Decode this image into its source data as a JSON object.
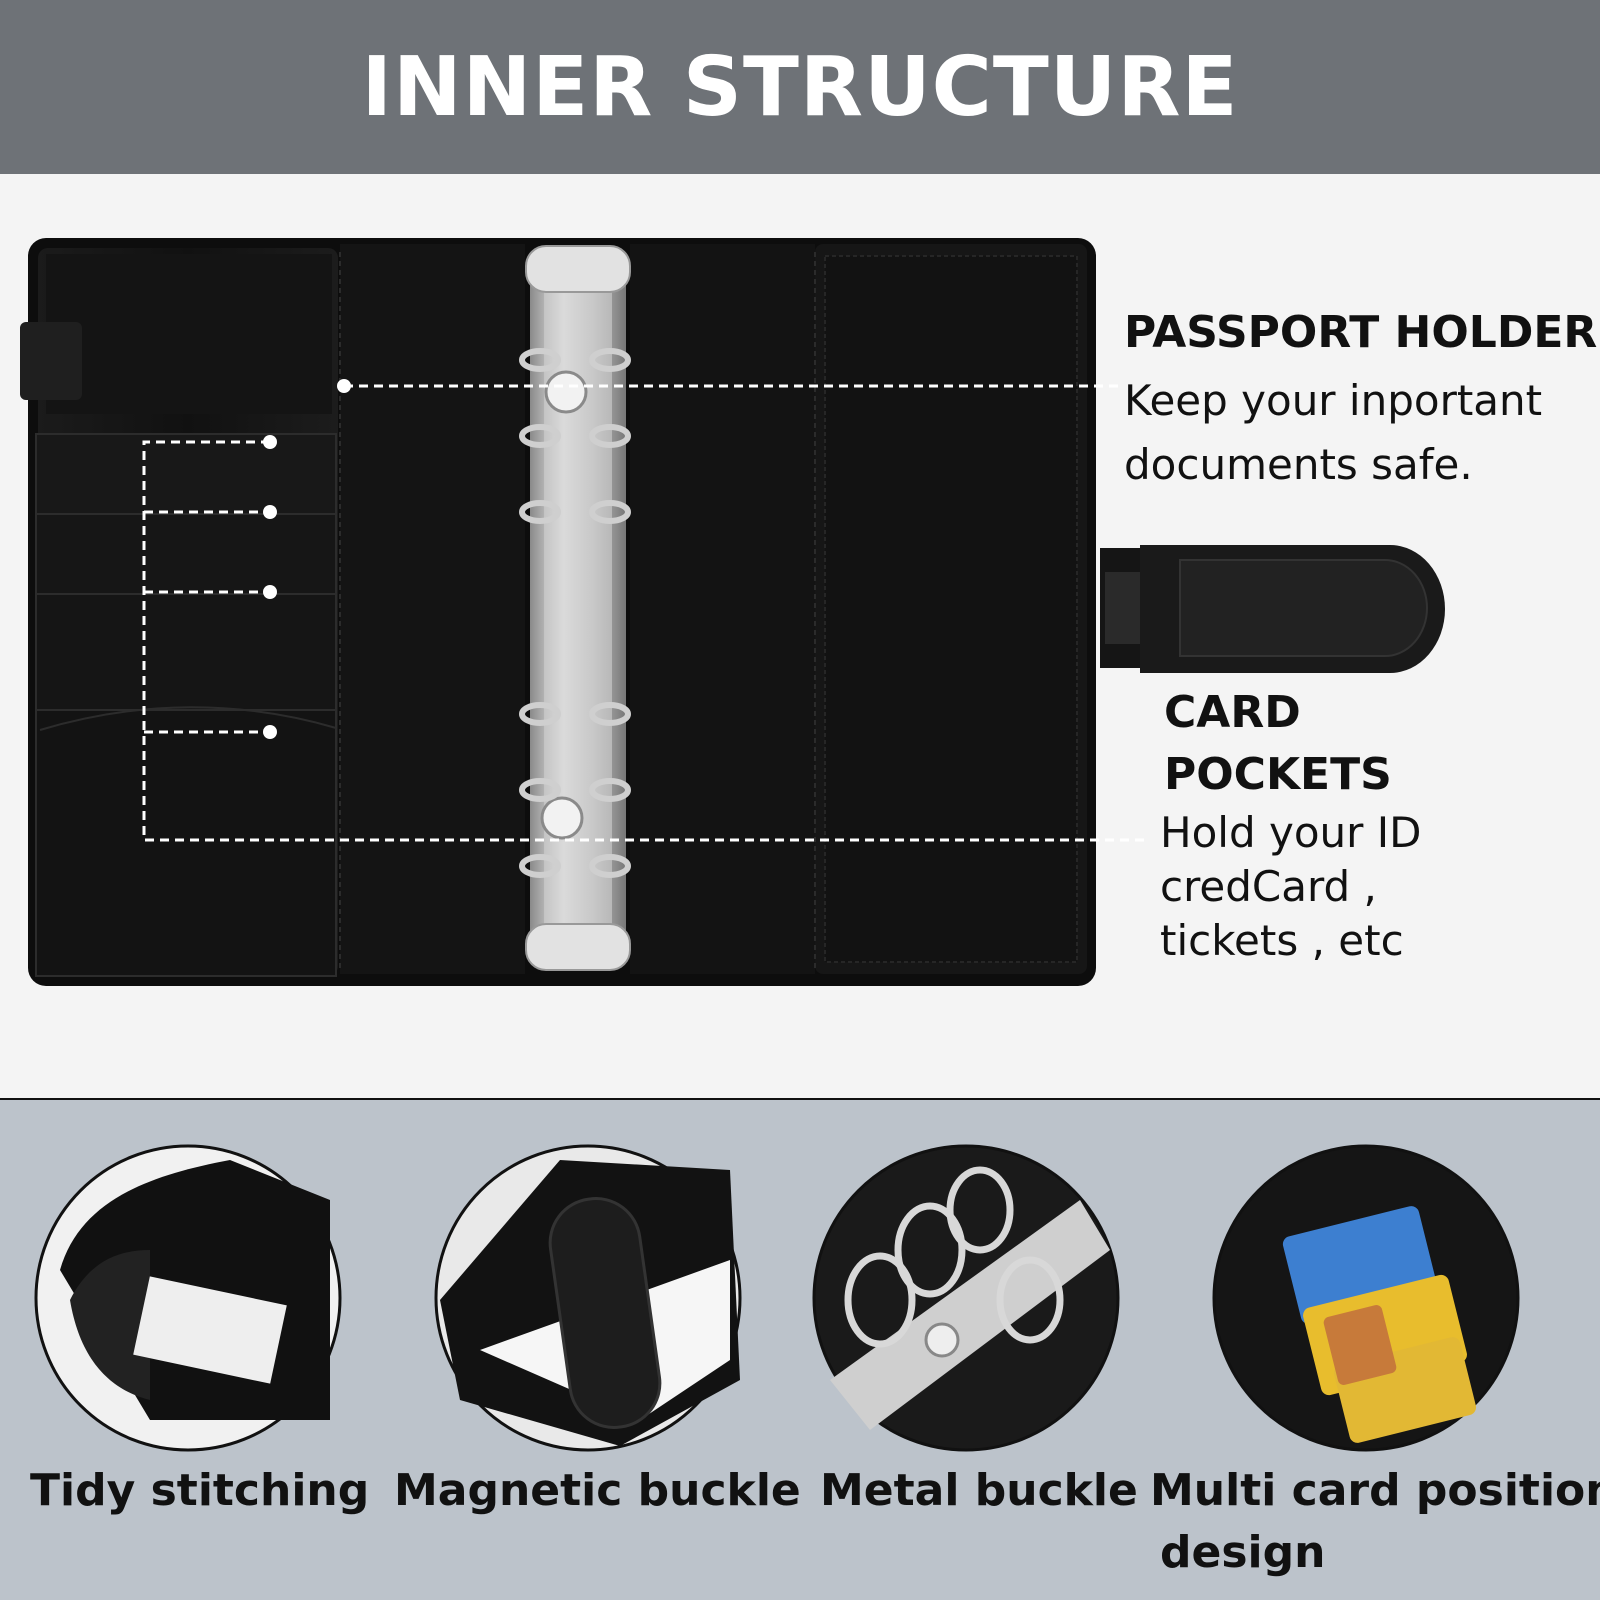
{
  "header": {
    "title": "INNER STRUCTURE"
  },
  "callouts": {
    "passport": {
      "title": "PASSPORT HOLDER",
      "desc_line1": "Keep your inportant",
      "desc_line2": "documents safe."
    },
    "cards": {
      "title_line1": "CARD",
      "title_line2": "POCKETS",
      "desc_line1": "Hold your ID",
      "desc_line2": "credCard ,",
      "desc_line3": "tickets , etc"
    }
  },
  "features": [
    {
      "label": "Tidy stitching"
    },
    {
      "label": "Magnetic buckle"
    },
    {
      "label": "Metal buckle"
    },
    {
      "label": "Multi card position",
      "label_line2": "design"
    }
  ],
  "colors": {
    "header_bg": "#6e7277",
    "lower_bg": "#bcc3cb",
    "leather": "#111111",
    "card_blue": "#3d7fd0",
    "card_yellow": "#e8bd2d"
  }
}
